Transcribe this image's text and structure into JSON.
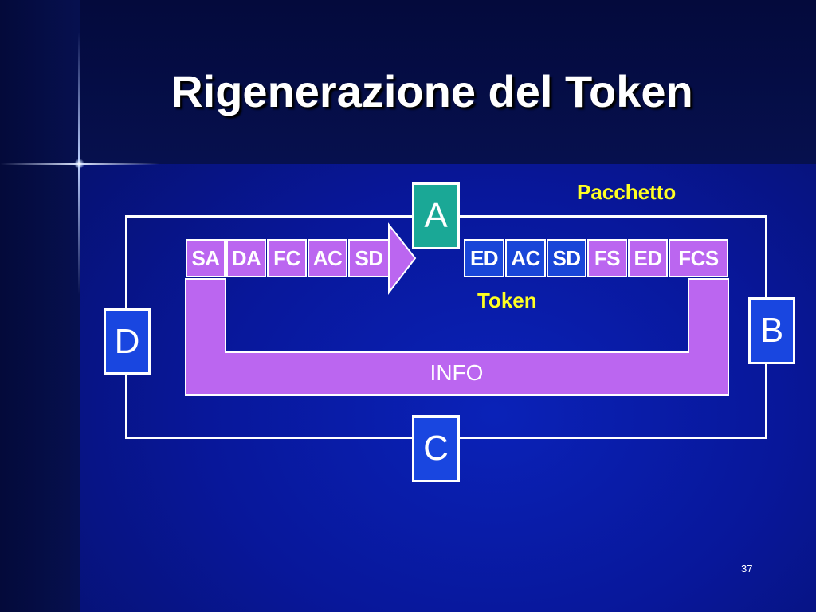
{
  "slide": {
    "title": "Rigenerazione del Token",
    "page_number": "37"
  },
  "stations": {
    "a": "A",
    "b": "B",
    "c": "C",
    "d": "D"
  },
  "labels": {
    "pacchetto": "Pacchetto",
    "token": "Token",
    "info": "INFO"
  },
  "packet_fields": [
    "SA",
    "DA",
    "FC",
    "AC",
    "SD"
  ],
  "token_fields": [
    "ED",
    "AC",
    "SD"
  ],
  "trailer_fields": [
    "FS",
    "ED",
    "FCS"
  ],
  "colors": {
    "background": "#08179a",
    "packet_purple": "#bb66f0",
    "token_blue": "#1946d8",
    "station_teal": "#1aa896",
    "label_yellow": "#ffff22"
  }
}
